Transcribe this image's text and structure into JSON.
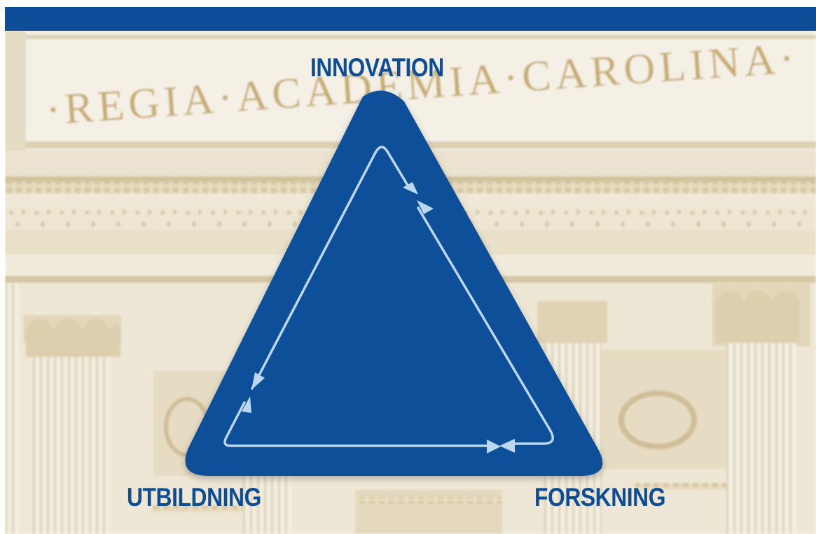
{
  "building": {
    "inscription": "·REGIA·ACADEMIA·CAROLINA·"
  },
  "triangle": {
    "fill_color": "#0c4f98",
    "arrow_color": "#bcd7f0",
    "labels": {
      "top": "INNOVATION",
      "bottom_left": "UTBILDNING",
      "bottom_right": "FORSKNING"
    }
  },
  "colors": {
    "header_bar": "#0c4f98",
    "stone": "#eee6d2"
  }
}
